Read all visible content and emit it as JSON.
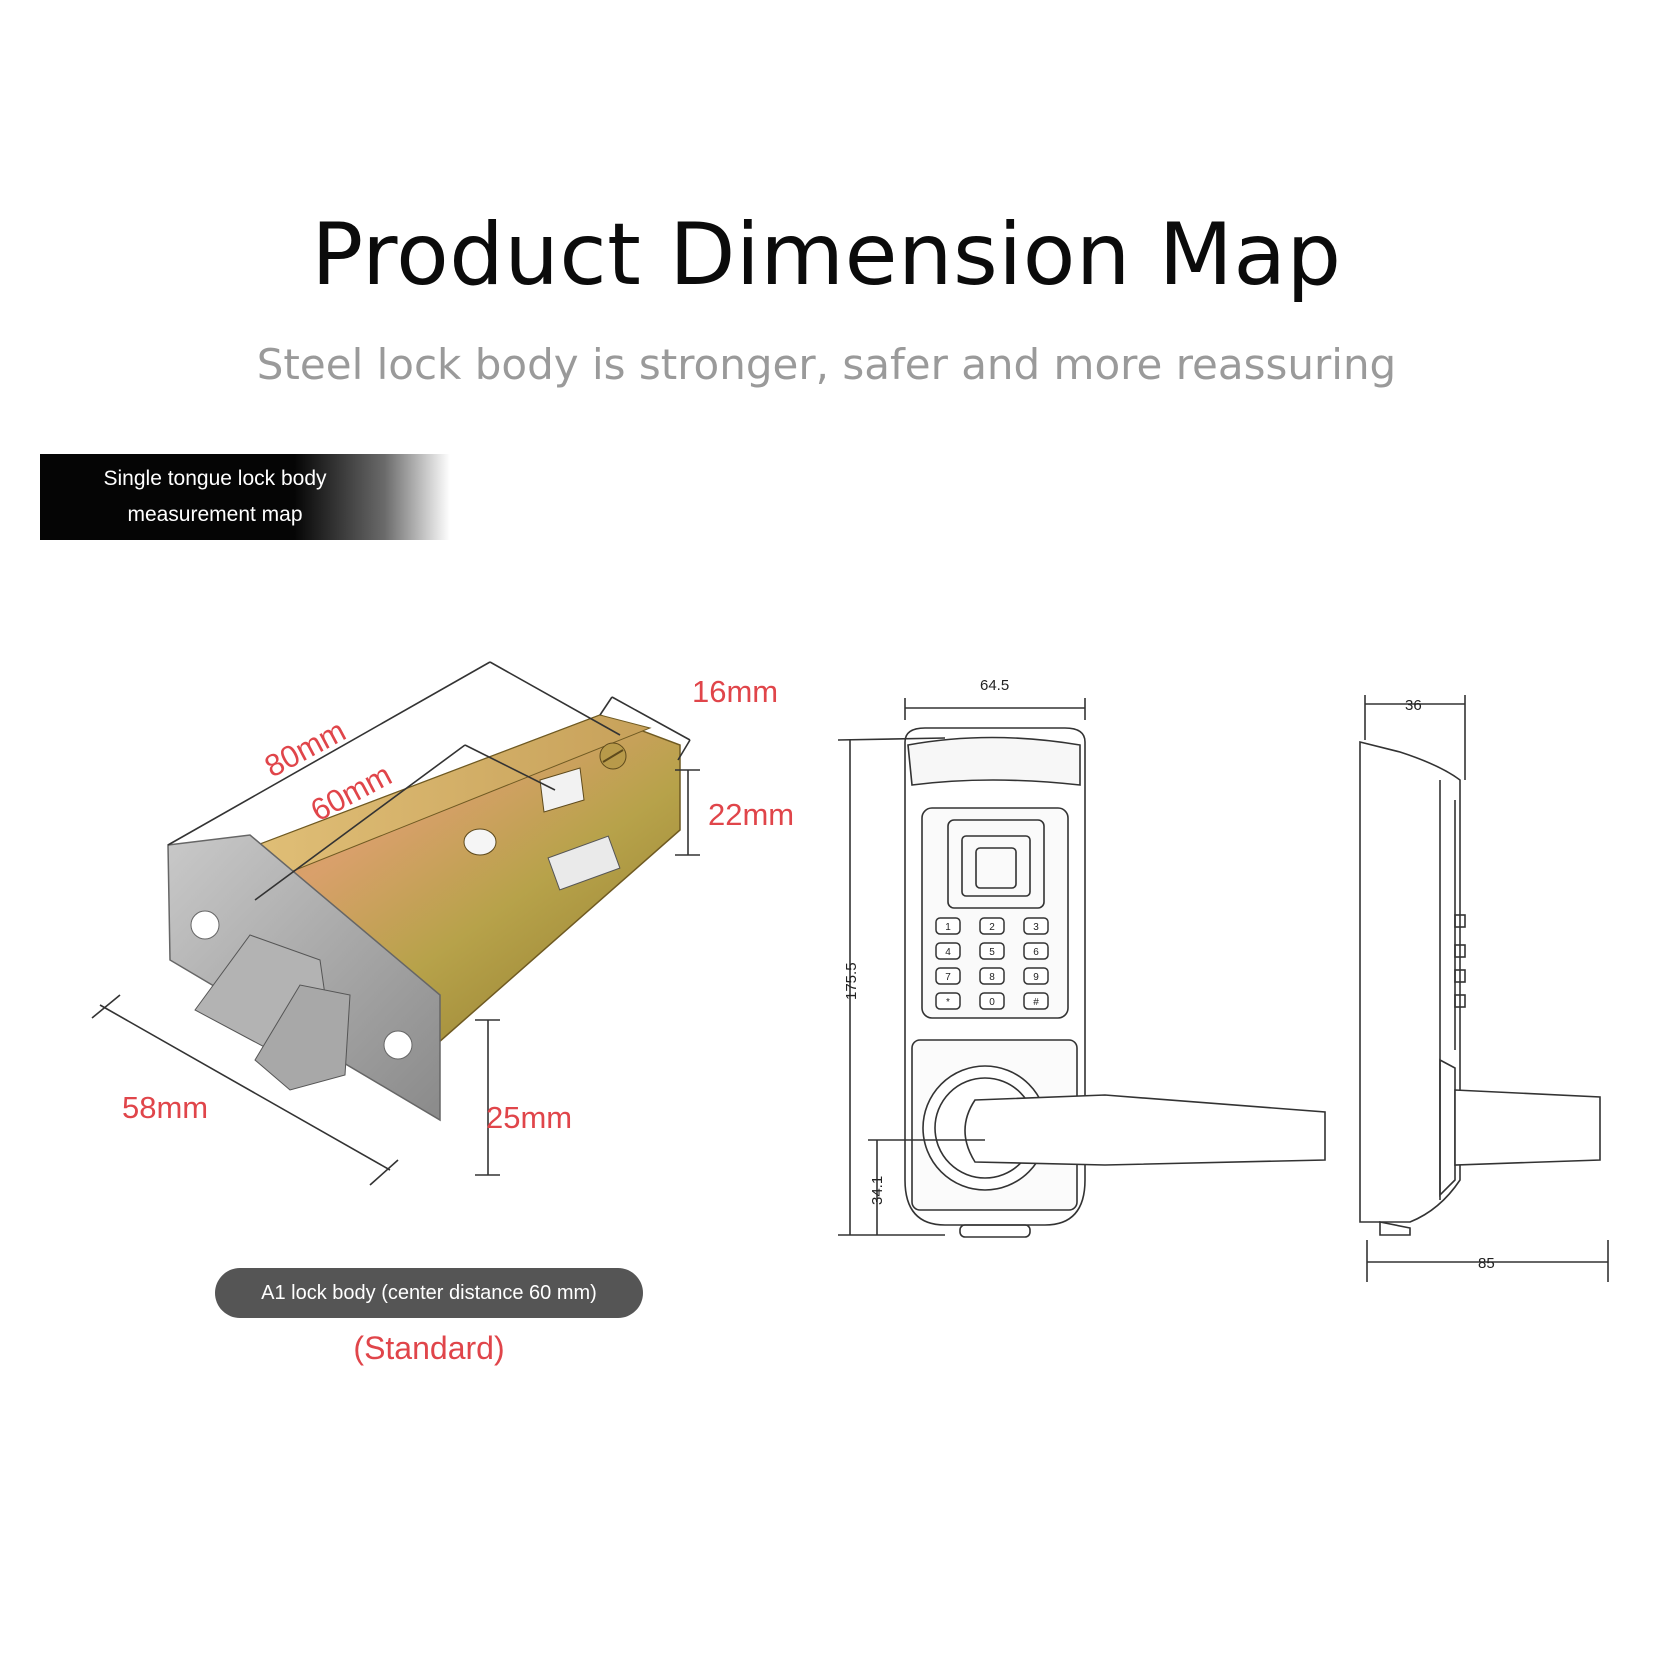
{
  "header": {
    "title": "Product Dimension Map",
    "subtitle": "Steel lock body is stronger, safer and more reassuring"
  },
  "badge": {
    "line1": "Single tongue lock body",
    "line2": "measurement map"
  },
  "lock_body": {
    "dims": {
      "length_80": "80mm",
      "center_60": "60mm",
      "width_16": "16mm",
      "height_22": "22mm",
      "faceplate_58": "58mm",
      "faceplate_25": "25mm"
    },
    "caption": "A1 lock body (center distance 60 mm)",
    "note": "(Standard)"
  },
  "front_view": {
    "dims": {
      "width": "64.5",
      "height": "175.5",
      "handle_center": "34.1"
    },
    "keypad_keys": [
      "1",
      "2",
      "3",
      "4",
      "5",
      "6",
      "7",
      "8",
      "9",
      "*",
      "0",
      "#"
    ]
  },
  "side_view": {
    "dims": {
      "depth": "36",
      "total_depth": "85"
    }
  },
  "colors": {
    "accent_red": "#e0454a",
    "badge_black": "#050505",
    "pill_gray": "#555555"
  }
}
